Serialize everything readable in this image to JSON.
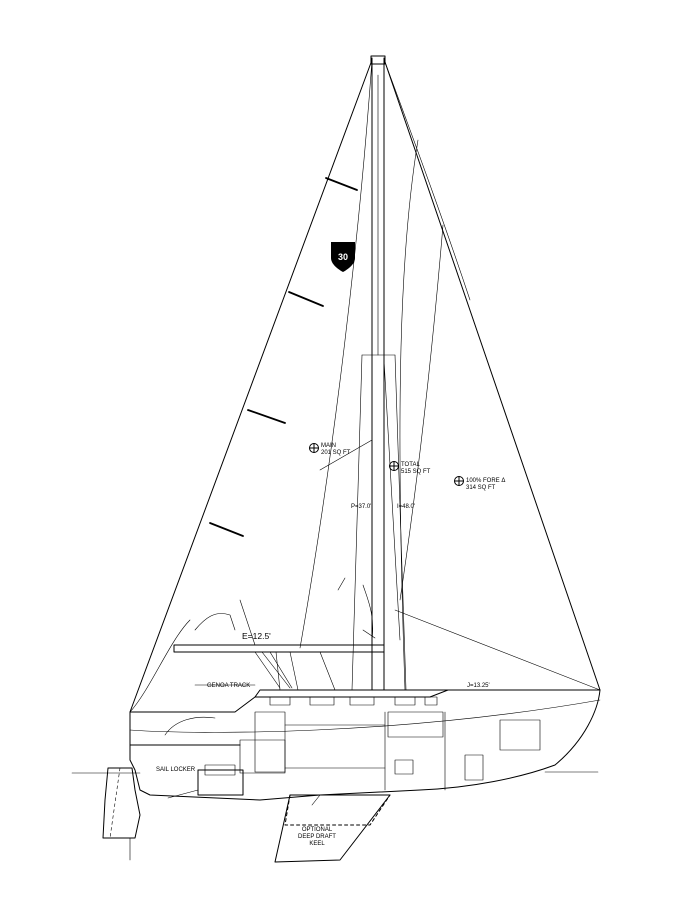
{
  "labels": {
    "main_area": [
      "MAIN",
      "201 SQ FT"
    ],
    "total_area": [
      "TOTAL",
      "515 SQ FT"
    ],
    "fore_area": [
      "100% FORE Δ",
      "314 SQ FT"
    ],
    "p_dim": "P=37.0'",
    "i_dim": "I=48.0'",
    "e_dim": "E=12.5'",
    "j_dim": "J=13.25'",
    "sail_locker": "SAIL LOCKER",
    "genoa_track": "GENOA TRACK",
    "keel_note": [
      "OPTIONAL",
      "DEEP DRAFT",
      "KEEL"
    ]
  },
  "logo_text": "30"
}
